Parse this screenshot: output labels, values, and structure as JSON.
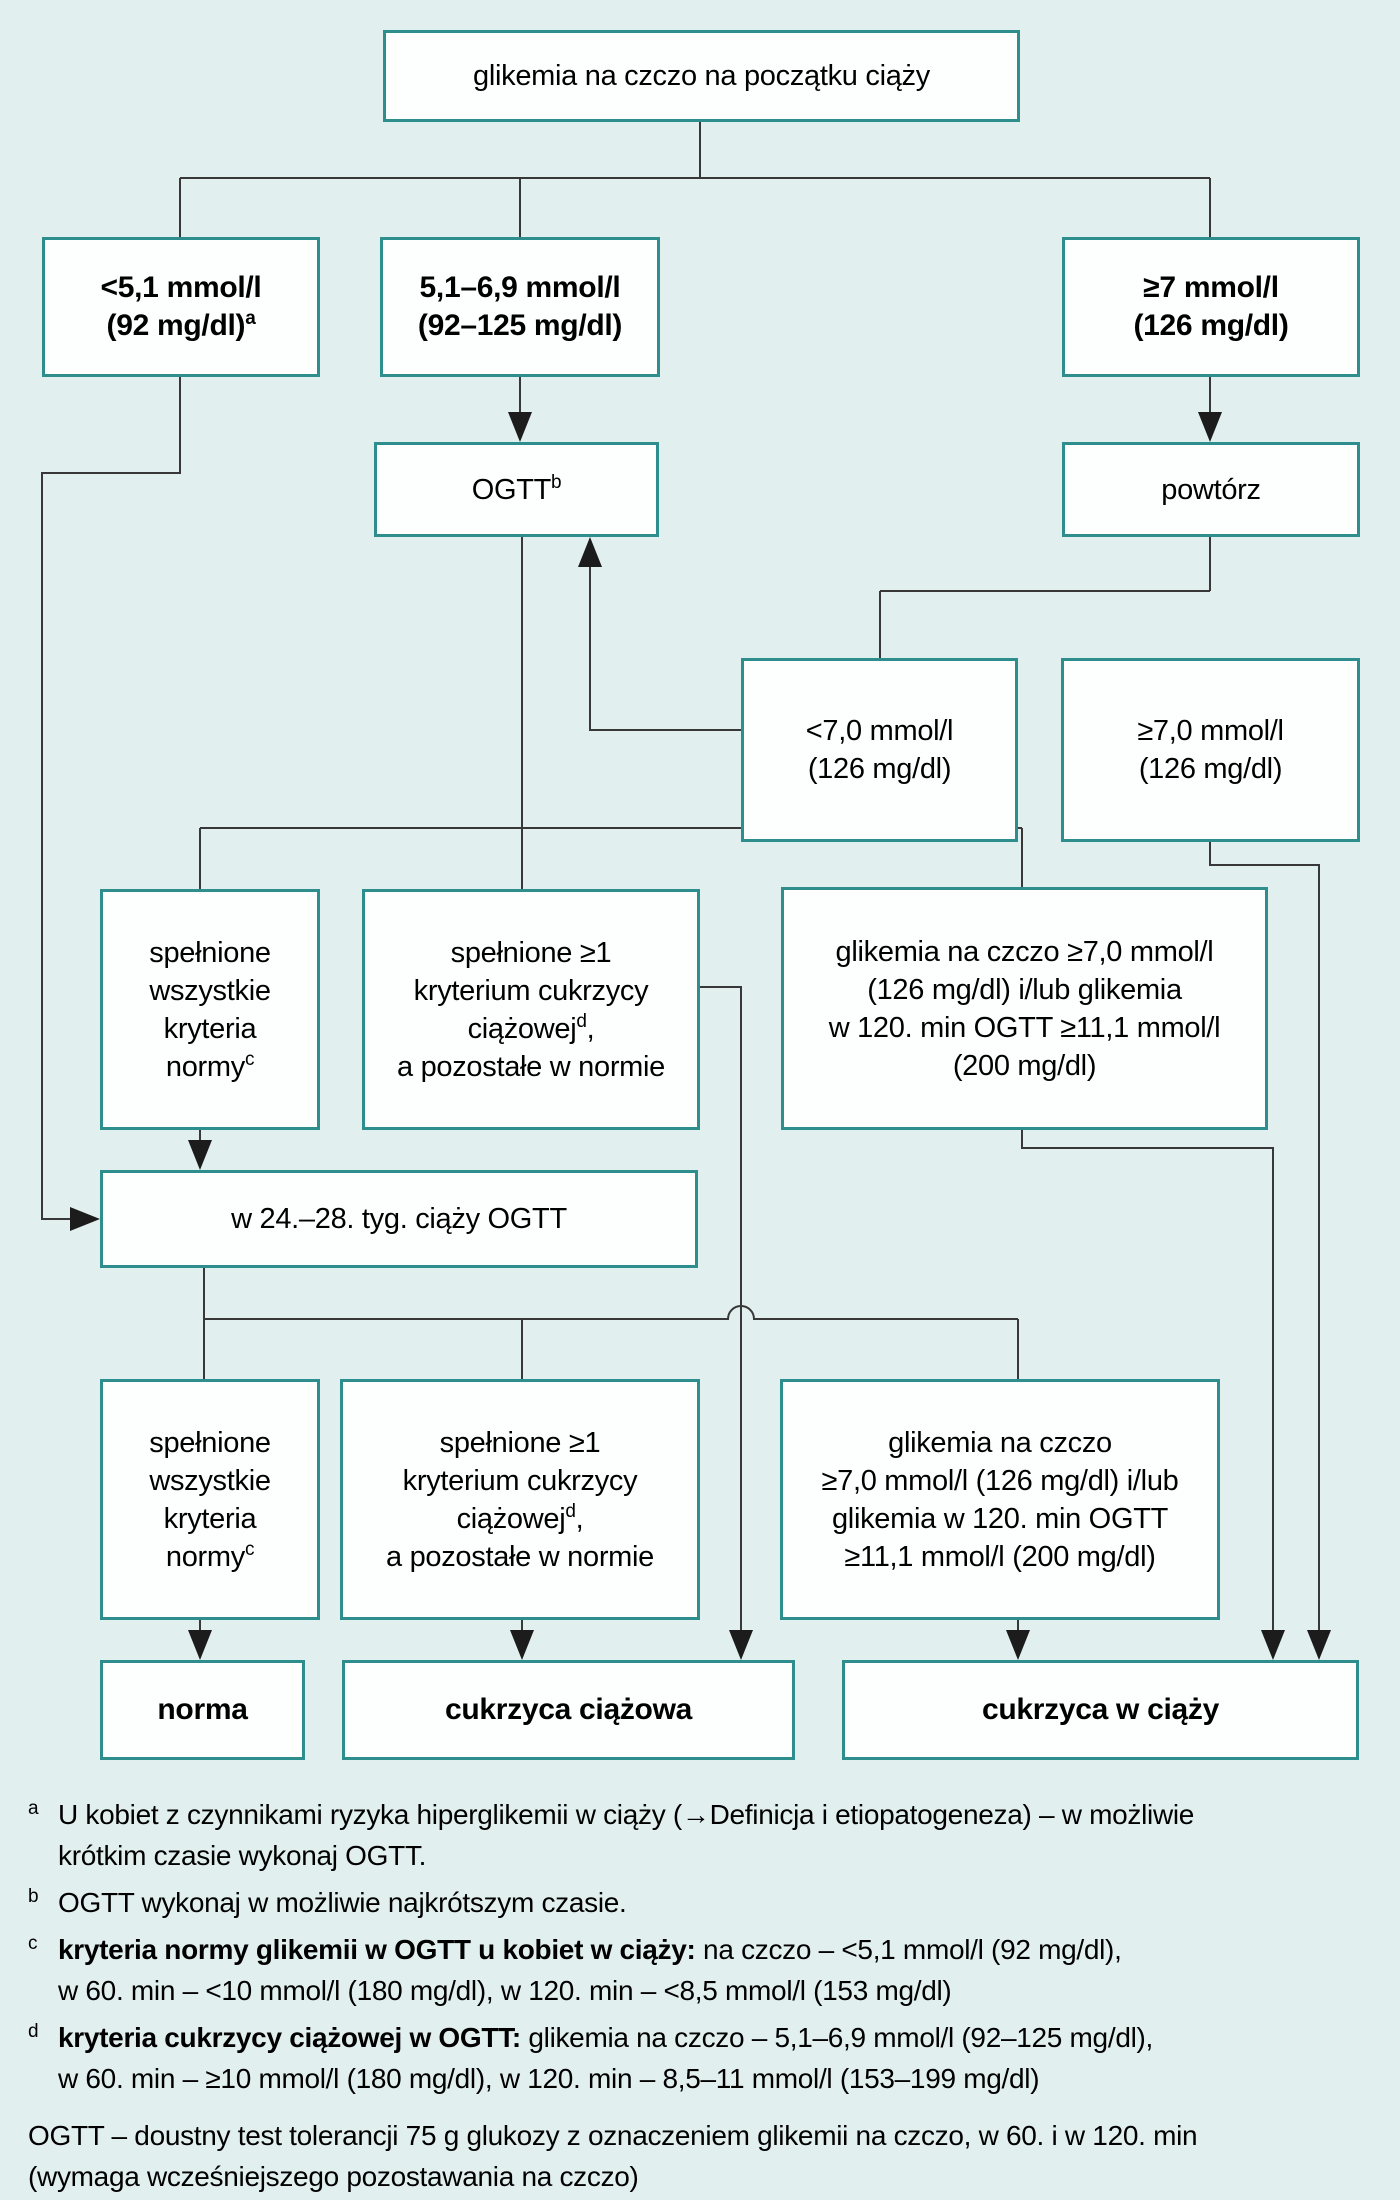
{
  "page": {
    "background_color": "#e2efef",
    "box_fill_color": "#fdfefe",
    "box_border_color": "#2e8e8e",
    "connector_color": "#383838",
    "arrowhead_color": "#1c1c1c"
  },
  "nodes": {
    "start": {
      "label": "glikemia na czczo na początku ciąży"
    },
    "lt51": {
      "line1": "<5,1 mmol/l",
      "line2": "(92 mg/dl)",
      "sup": "a"
    },
    "r5169": {
      "line1": "5,1–6,9 mmol/l",
      "line2": "(92–125 mg/dl)"
    },
    "ge7": {
      "line1": "≥7 mmol/l",
      "line2": "(126 mg/dl)"
    },
    "ogtt": {
      "label": "OGTT",
      "sup": "b"
    },
    "powtorz": {
      "label": "powtórz"
    },
    "lt70": {
      "line1": "<7,0 mmol/l",
      "line2": "(126 mg/dl)"
    },
    "ge70": {
      "line1": "≥7,0 mmol/l",
      "line2": "(126 mg/dl)"
    },
    "norm_all": {
      "line1": "spełnione",
      "line2": "wszystkie",
      "line3": "kryteria",
      "line4": "normy",
      "sup": "c"
    },
    "gdm_crit": {
      "line1": "spełnione ≥1",
      "line2": "kryterium cukrzycy",
      "line3": "ciążowej",
      "sup": "d",
      "line3_tail": ",",
      "line4": "a pozostałe w normie"
    },
    "overt1": {
      "line1": "glikemia na czczo ≥7,0 mmol/l",
      "line2": "(126 mg/dl) i/lub glikemia",
      "line3": "w 120. min OGTT ≥11,1 mmol/l",
      "line4": "(200 mg/dl)"
    },
    "ogtt2428": {
      "label": "w 24.–28. tyg. ciąży OGTT"
    },
    "overt2": {
      "line1": "glikemia na czczo",
      "line2": "≥7,0 mmol/l (126 mg/dl) i/lub",
      "line3": "glikemia w 120. min OGTT",
      "line4": "≥11,1 mmol/l (200 mg/dl)"
    },
    "norma": {
      "label": "norma"
    },
    "gdm": {
      "label": "cukrzyca ciążowa"
    },
    "dip": {
      "label": "cukrzyca w ciąży"
    }
  },
  "footnotes": [
    {
      "sup": "a",
      "seg1": "U kobiet z czynnikami ryzyka hiperglikemii w ciąży (→Definicja i etiopatogeneza) – w możliwie"
    },
    {
      "indent": true,
      "seg1": "krótkim czasie wykonaj OGTT."
    },
    {
      "sup": "b",
      "seg1": "OGTT wykonaj w możliwie najkrótszym czasie."
    },
    {
      "sup": "c",
      "seg1": "kryteria normy glikemii w OGTT u kobiet w ciąży:",
      "seg1_bold": true,
      "seg2": " na czczo – <5,1 mmol/l (92 mg/dl),"
    },
    {
      "indent": true,
      "seg1": "w 60. min – <10 mmol/l (180 mg/dl), w 120. min – <8,5 mmol/l (153 mg/dl)"
    },
    {
      "sup": "d",
      "seg1": "kryteria cukrzycy ciążowej w OGTT:",
      "seg1_bold": true,
      "seg2": " glikemia na czczo – 5,1–6,9 mmol/l (92–125 mg/dl),"
    },
    {
      "indent": true,
      "seg1": "w 60. min – ≥10 mmol/l (180 mg/dl), w 120. min – 8,5–11 mmol/l (153–199 mg/dl)"
    },
    {
      "legend": true,
      "seg1": "OGTT – doustny test tolerancji 75 g glukozy z oznaczeniem glikemii na czczo, w 60. i w 120. min"
    },
    {
      "legend": true,
      "seg1": "(wymaga wcześniejszego pozostawania na czczo)"
    }
  ]
}
